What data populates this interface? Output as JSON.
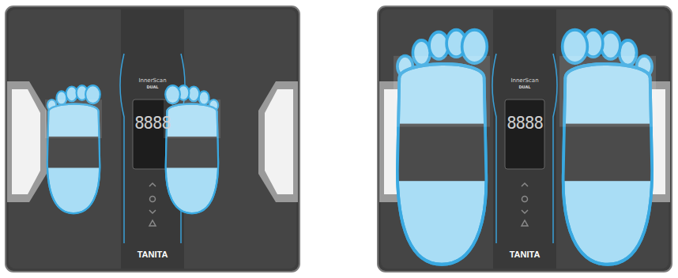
{
  "diagram": {
    "labels": [
      "InnerScan",
      "DUAL",
      "8888",
      "TANITA",
      "InnerScan",
      "DUAL",
      "8888",
      "TANITA"
    ]
  }
}
